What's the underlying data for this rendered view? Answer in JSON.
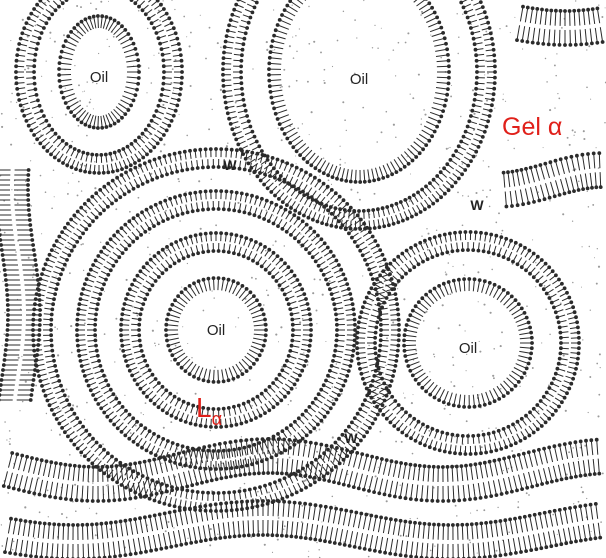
{
  "labels": {
    "oil": "Oil",
    "water": "W",
    "gel_phase": "Gel α",
    "lamellar_main": "L",
    "lamellar_sub": "α"
  },
  "colors": {
    "lipid": "#2b2b2b",
    "dots": "#9a9a9a",
    "phase_label": "#e0201a"
  }
}
